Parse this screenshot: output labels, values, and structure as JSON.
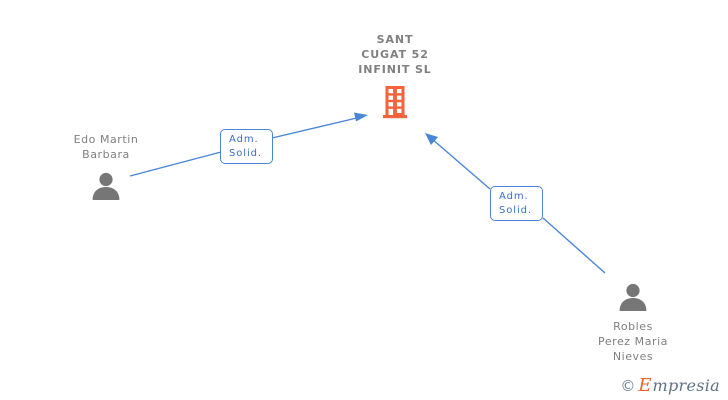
{
  "company": {
    "name": "SANT\nCUGAT 52\nINFINIT  SL",
    "icon": "building-icon",
    "color": "#f4633a"
  },
  "persons": [
    {
      "id": "edo-martin-barbara",
      "name": "Edo Martin\nBarbara",
      "icon": "person-icon",
      "color": "#808080"
    },
    {
      "id": "robles-perez-maria-nieves",
      "name": "Robles\nPerez Maria\nNieves",
      "icon": "person-icon",
      "color": "#808080"
    }
  ],
  "relations": [
    {
      "id": "edge-edo-martin-barbara",
      "label": "Adm.\nSolid.",
      "from": "edo-martin-barbara",
      "to": "sant-cugat-52-infinit-sl",
      "color": "#4a86d6"
    },
    {
      "id": "edge-robles-perez-maria-nieves",
      "label": "Adm.\nSolid.",
      "from": "robles-perez-maria-nieves",
      "to": "sant-cugat-52-infinit-sl",
      "color": "#4a86d6"
    }
  ],
  "watermark": {
    "copyright": "©",
    "brand_initial": "E",
    "brand_rest": "mpresia"
  }
}
